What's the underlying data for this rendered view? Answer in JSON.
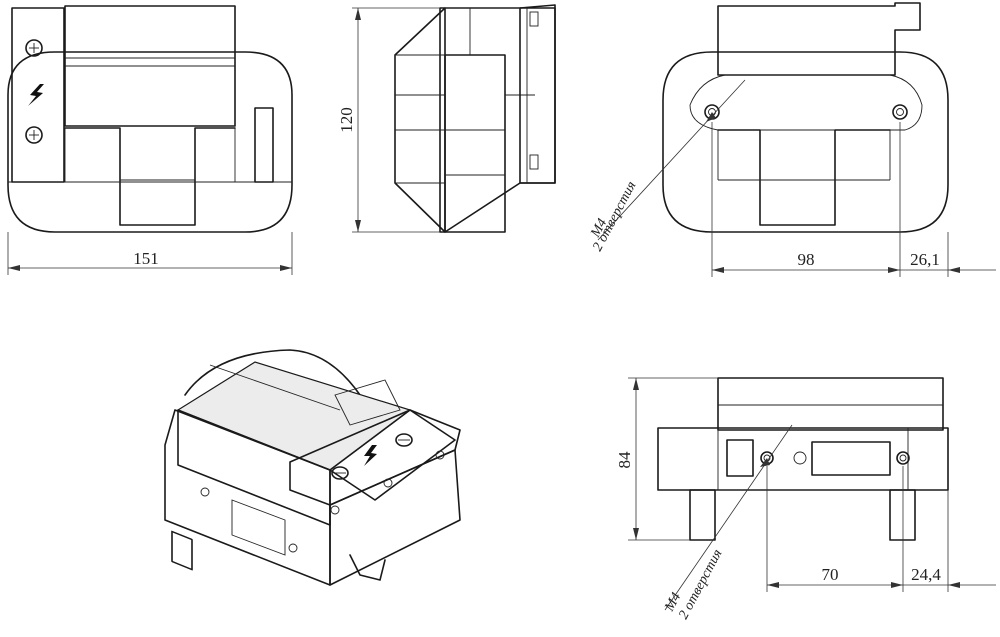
{
  "dimensions": {
    "width_total": "151",
    "height_total": "120",
    "hole_spacing_top": "98",
    "edge_offset_top": "26,1",
    "height_side": "84",
    "hole_spacing_side": "70",
    "edge_offset_side": "24,4"
  },
  "notes": {
    "thread_top": "M4",
    "holes_top": "2 отверстия",
    "thread_side": "M4",
    "holes_side": "2 отверстия"
  },
  "symbols": {
    "hazard": "lightning-bolt-icon",
    "screw": "screw-icon"
  }
}
